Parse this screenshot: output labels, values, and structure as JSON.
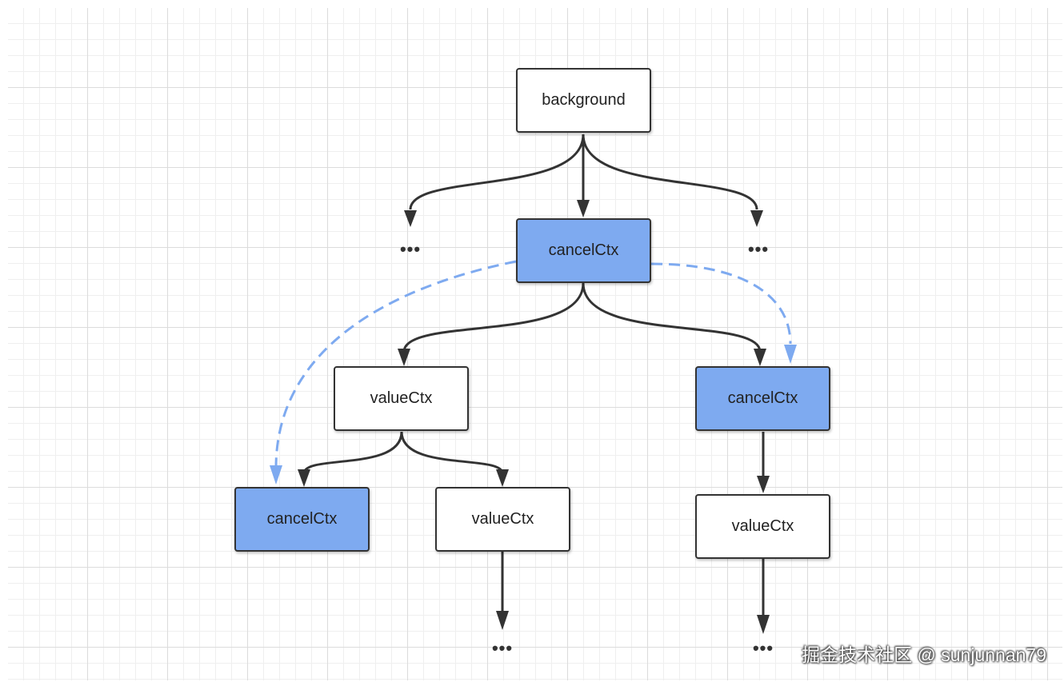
{
  "nodes": {
    "background": {
      "label": "background"
    },
    "cancel_root": {
      "label": "cancelCtx"
    },
    "value_left": {
      "label": "valueCtx"
    },
    "cancel_right": {
      "label": "cancelCtx"
    },
    "cancel_leaf": {
      "label": "cancelCtx"
    },
    "value_mid": {
      "label": "valueCtx"
    },
    "value_right": {
      "label": "valueCtx"
    }
  },
  "ellipsis": {
    "top_left": "•••",
    "top_right": "•••",
    "bottom_mid": "•••",
    "bottom_right": "•••"
  },
  "watermark": "掘金技术社区 @ sunjunnan79",
  "colors": {
    "highlight_fill": "#7eaaf0",
    "edge": "#333333",
    "dashed_edge": "#7eaaf0"
  }
}
